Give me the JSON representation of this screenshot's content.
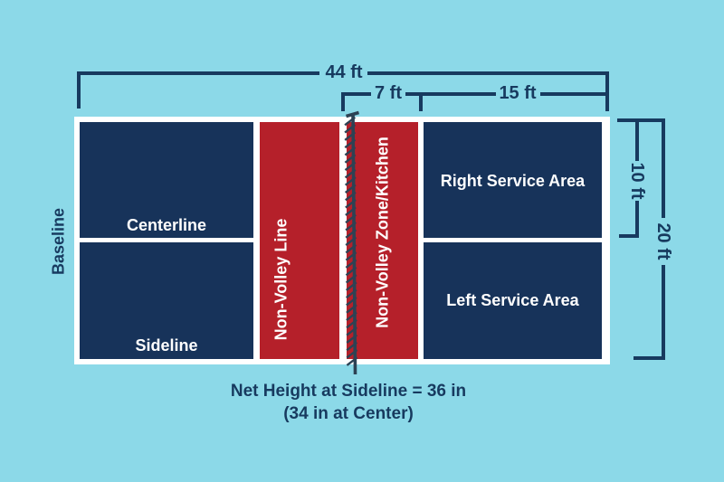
{
  "colors": {
    "background": "#8cd9e8",
    "court_navy": "#17335a",
    "zone_red": "#b5202a",
    "line_navy": "#173a5f",
    "net": "#2d4254",
    "white": "#ffffff"
  },
  "dimensions": {
    "overall_length": "44 ft",
    "non_volley_depth": "7 ft",
    "service_area_length": "15 ft",
    "half_court_width": "10 ft",
    "court_width": "20 ft"
  },
  "labels": {
    "baseline": "Baseline",
    "centerline": "Centerline",
    "sideline": "Sideline",
    "non_volley_line": "Non-Volley Line",
    "non_volley_zone": "Non-Volley Zone/Kitchen",
    "right_service_area": "Right Service Area",
    "left_service_area": "Left Service Area"
  },
  "caption": {
    "line1": "Net Height at Sideline = 36 in",
    "line2": "(34 in at Center)"
  }
}
